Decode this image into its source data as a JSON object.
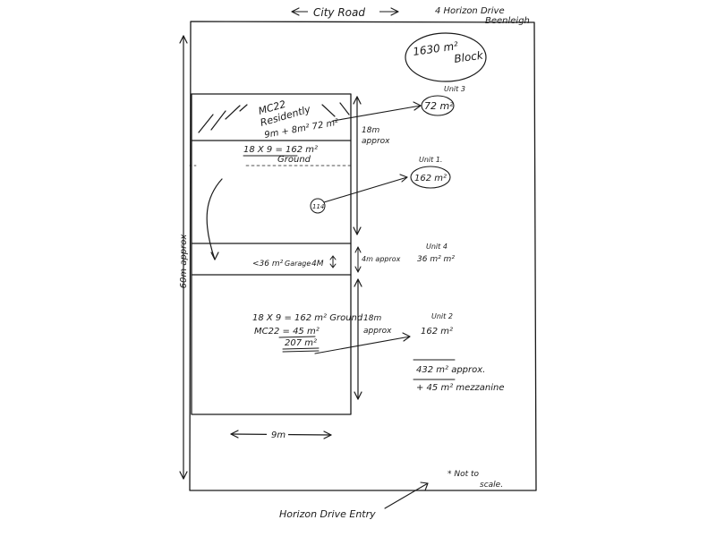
{
  "labels": {
    "city_road": "City Road",
    "address_line1": "4 Horizon Drive",
    "address_line2": "Beenleigh",
    "block_area": "1630 m²",
    "block_word": "Block",
    "mezz_title_1": "MC22",
    "mezz_title_2": "Residently",
    "mezz_dims": "9m + 8m² 72 m²",
    "unit3_title": "Unit 3",
    "unit3_area": "72 m²",
    "dim_18m_top": "18m",
    "dim_approx_top": "approx",
    "ground1": "18 X 9 = 162 m²",
    "ground1_word": "Ground",
    "unit1_title": "Unit 1.",
    "unit1_area": "162 m²",
    "circle_114": "114",
    "garage_area": "<36 m²",
    "garage_word": "Garage",
    "dim_4m": "4M",
    "dim_4m_approx": "4m approx",
    "unit4_title": "Unit 4",
    "unit4_area": "36 m² m²",
    "left_60m": "60m approx",
    "ground2": "18 X 9 = 162 m² Ground",
    "ground2_mc": "MC22 = 45 m²",
    "ground2_total": "207 m²",
    "dim_18m_bot": "18m",
    "dim_approx_bot": "approx",
    "unit2_title": "Unit 2",
    "unit2_area": "162 m²",
    "total_area": "432 m² approx.",
    "mezz_total": "+ 45 m² mezzanine",
    "width_9m": "9m",
    "not_to_scale_1": "* Not to",
    "not_to_scale_2": "scale.",
    "horizon_drive": "Horizon Drive Entry"
  }
}
